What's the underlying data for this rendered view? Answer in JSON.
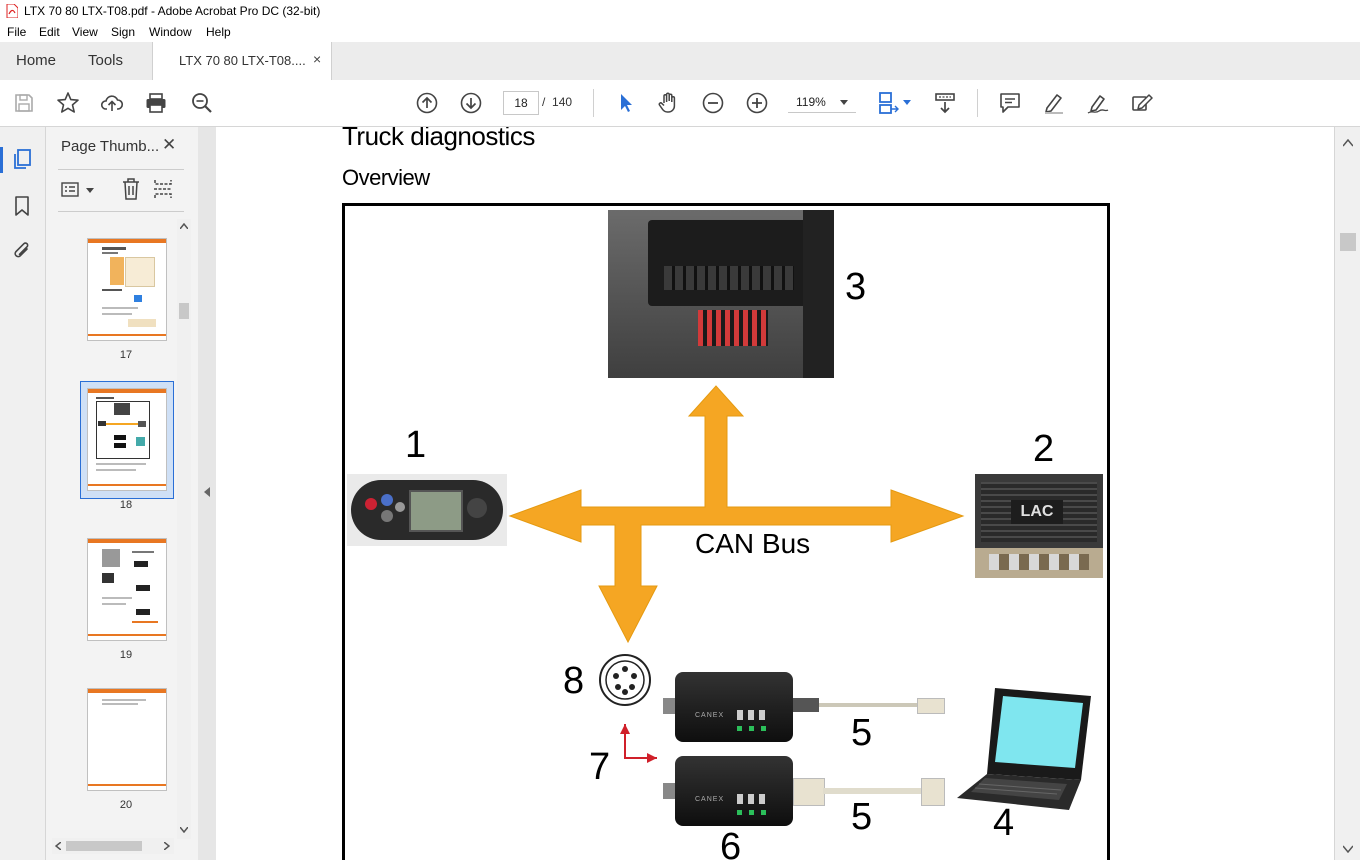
{
  "window": {
    "title": "LTX 70 80 LTX-T08.pdf - Adobe Acrobat Pro DC (32-bit)"
  },
  "menu": [
    "File",
    "Edit",
    "View",
    "Sign",
    "Window",
    "Help"
  ],
  "tabs": {
    "home": "Home",
    "tools": "Tools",
    "document": "LTX 70 80 LTX-T08....",
    "close": "×"
  },
  "toolbar": {
    "current_page": "18",
    "page_separator": "/",
    "total_pages": "140",
    "zoom": "119%"
  },
  "thumbnails": {
    "title": "Page Thumb...",
    "close": "✕",
    "pages": [
      {
        "number": "17"
      },
      {
        "number": "18",
        "selected": true
      },
      {
        "number": "19"
      },
      {
        "number": "20"
      }
    ]
  },
  "document": {
    "heading": "Truck diagnostics",
    "subheading": "Overview",
    "figure": {
      "bus_label": "CAN Bus",
      "labels": [
        "1",
        "2",
        "3",
        "4",
        "5",
        "5",
        "6",
        "7",
        "8"
      ],
      "module_label": "LAC",
      "device_brand": "CANEX"
    }
  },
  "colors": {
    "arrow": "#f5a623",
    "selection": "#2a6fd6",
    "thumb_accent": "#e87722"
  }
}
